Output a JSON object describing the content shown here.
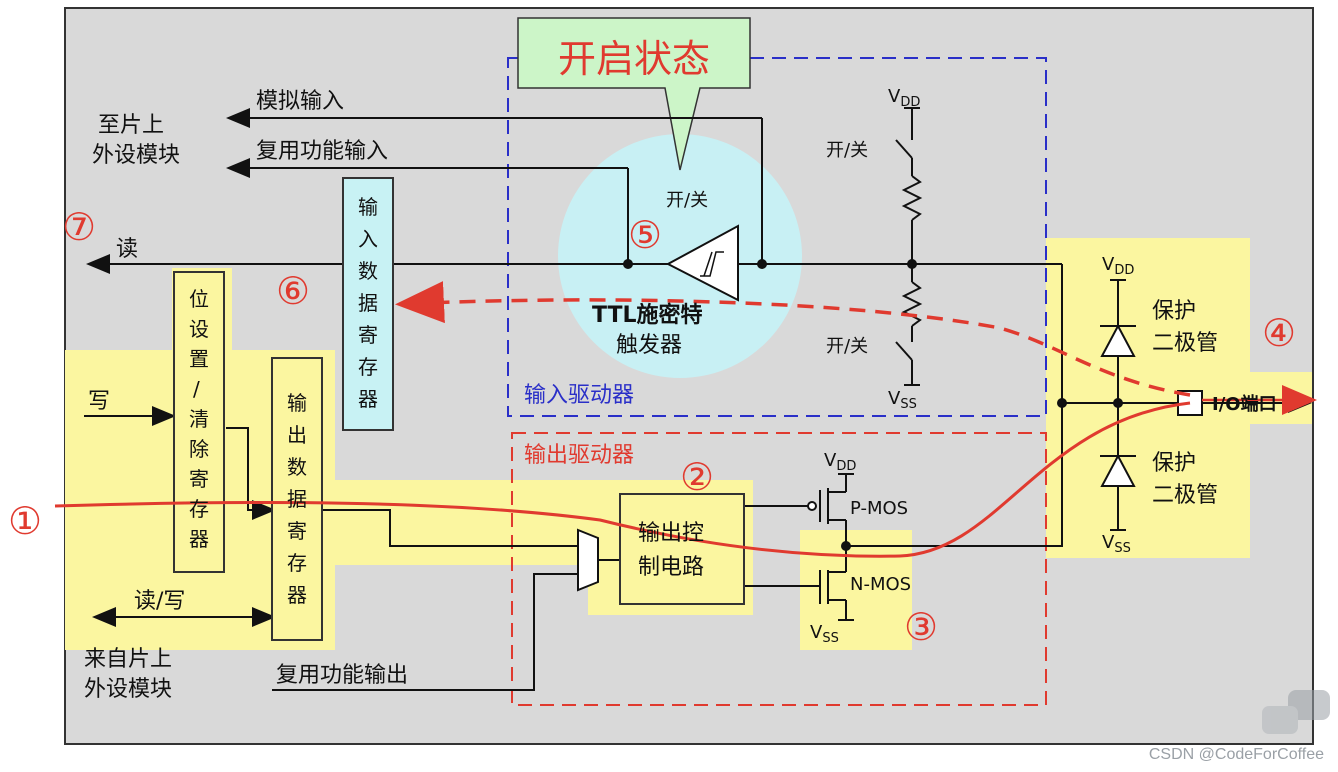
{
  "status_callout": "开启状态",
  "labels": {
    "analog_in": "模拟输入",
    "to_peripheral_1": "至片上",
    "to_peripheral_2": "外设模块",
    "alt_func_in": "复用功能输入",
    "read": "读",
    "write": "写",
    "read_write": "读/写",
    "from_peripheral_1": "来自片上",
    "from_peripheral_2": "外设模块",
    "alt_func_out": "复用功能输出",
    "on_off_schmitt": "开/关",
    "on_off_top": "开/关",
    "on_off_bottom": "开/关",
    "schmitt_1": "TTL施密特",
    "schmitt_2": "触发器",
    "input_driver": "输入驱动器",
    "output_driver": "输出驱动器",
    "output_ctrl_1": "输出控",
    "output_ctrl_2": "制电路",
    "pmos": "P-MOS",
    "nmos": "N-MOS",
    "protect_1": "保护",
    "protect_2": "二极管",
    "protect_3": "保护",
    "protect_4": "二极管",
    "io_port": "I/O端口",
    "vdd": "V",
    "vdd_sub": "DD",
    "vss": "V",
    "vss_sub": "SS",
    "watermark": "CSDN @CodeForCoffee"
  },
  "registers": {
    "input_data": [
      "输",
      "入",
      "数",
      "据",
      "寄",
      "存",
      "器"
    ],
    "bit_set_reset": [
      "位",
      "设",
      "置",
      "/",
      "清",
      "除",
      "寄",
      "存",
      "器"
    ],
    "output_data": [
      "输",
      "出",
      "数",
      "据",
      "寄",
      "存",
      "器"
    ]
  },
  "markers": [
    "①",
    "②",
    "③",
    "④",
    "⑤",
    "⑥",
    "⑦"
  ],
  "colors": {
    "panel": "#d9d9d9",
    "highlight": "#fbf6a0",
    "register_cyan": "#c8f2f4",
    "callout_green": "#ccf5c8",
    "schmitt_circle": "#c8f0f4",
    "accent_red": "#e03a2f",
    "input_driver_blue": "#2a2fc8"
  }
}
